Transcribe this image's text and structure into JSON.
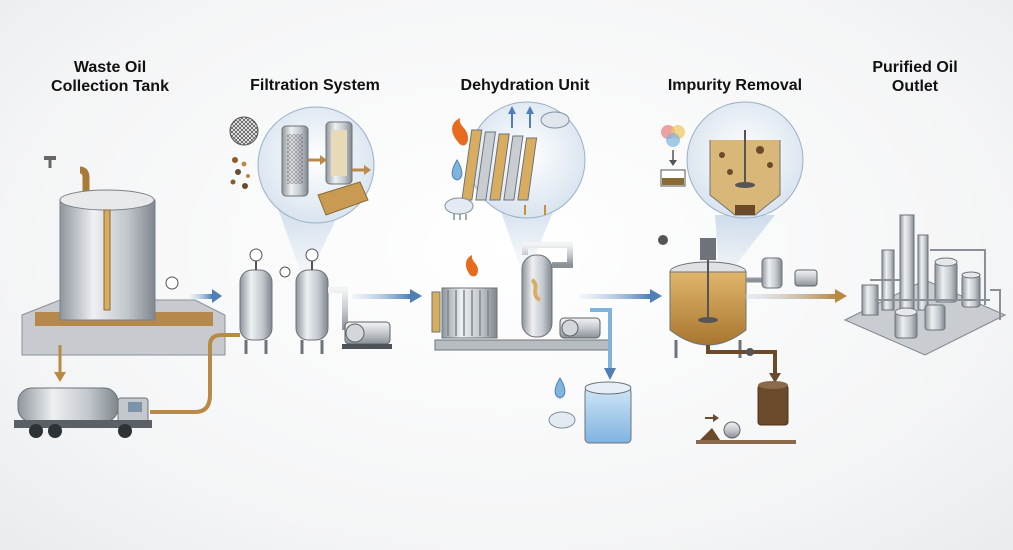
{
  "stages": [
    {
      "title": "Waste Oil\nCollection Tank",
      "title_lines": [
        "Waste Oil",
        "Collection Tank"
      ]
    },
    {
      "title": "Filtration System"
    },
    {
      "title": "Dehydration Unit"
    },
    {
      "title": "Impurity Removal"
    },
    {
      "title": "Purified Oil\nOutlet",
      "title_lines": [
        "Purified Oil",
        "Outlet"
      ]
    }
  ],
  "colors": {
    "oil": "#b98a45",
    "steel": "#c9cdd2",
    "steel_dark": "#7d858d",
    "flow_arrow": "#5b86b8",
    "water": "#7fb3e0",
    "flame": "#e86a1f",
    "sludge": "#6a4a2a",
    "bubble": "#dfe9f3"
  },
  "icons": {
    "filtration": [
      "mesh-filter-icon",
      "particles-icon"
    ],
    "dehydration": [
      "flame-icon",
      "water-drop-icon",
      "vapor-cloud-icon"
    ],
    "impurity": [
      "chemical-mix-icon",
      "settling-icon"
    ]
  }
}
